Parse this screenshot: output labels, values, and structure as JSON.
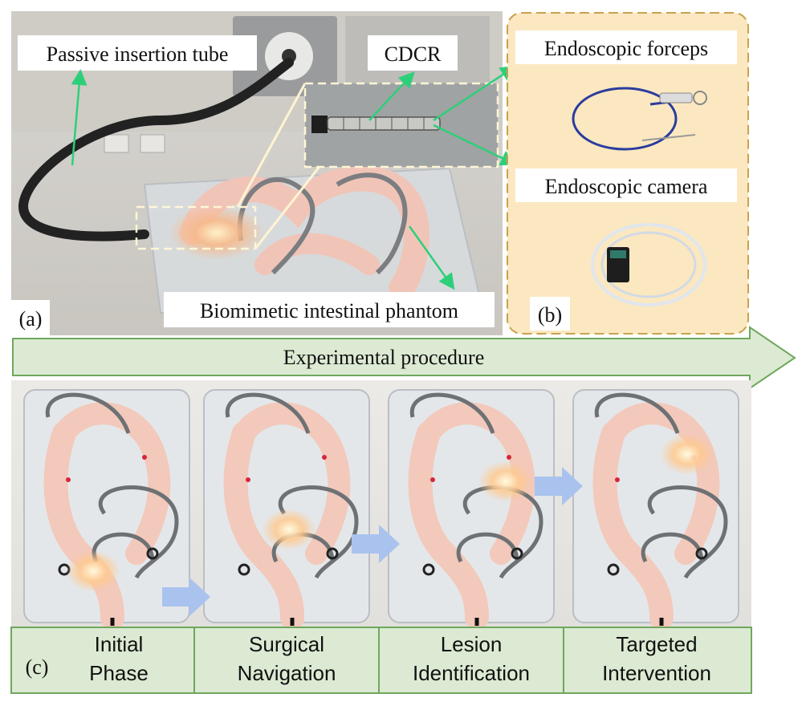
{
  "panel_a": {
    "tag": "(a)",
    "labels": {
      "tube": "Passive insertion tube",
      "cdcr": "CDCR",
      "phantom": "Biomimetic intestinal phantom"
    }
  },
  "panel_b": {
    "tag": "(b)",
    "labels": {
      "forceps": "Endoscopic forceps",
      "camera": "Endoscopic camera"
    }
  },
  "procedure": {
    "label": "Experimental procedure"
  },
  "panel_c": {
    "tag": "(c)",
    "stages": [
      {
        "line1": "Initial",
        "line2": "Phase"
      },
      {
        "line1": "Surgical",
        "line2": "Navigation"
      },
      {
        "line1": "Lesion",
        "line2": "Identification"
      },
      {
        "line1": "Targeted",
        "line2": "Intervention"
      }
    ]
  },
  "colors": {
    "arrow_fill": "#dcead3",
    "arrow_stroke": "#6fa75d",
    "annot_arrow": "#2ecf7a",
    "panel_b_bg": "#fbe8c1",
    "panel_b_border": "#c9a24d",
    "callout_box": "#fffbe6",
    "blue_arrow": "#a9c3ee"
  }
}
